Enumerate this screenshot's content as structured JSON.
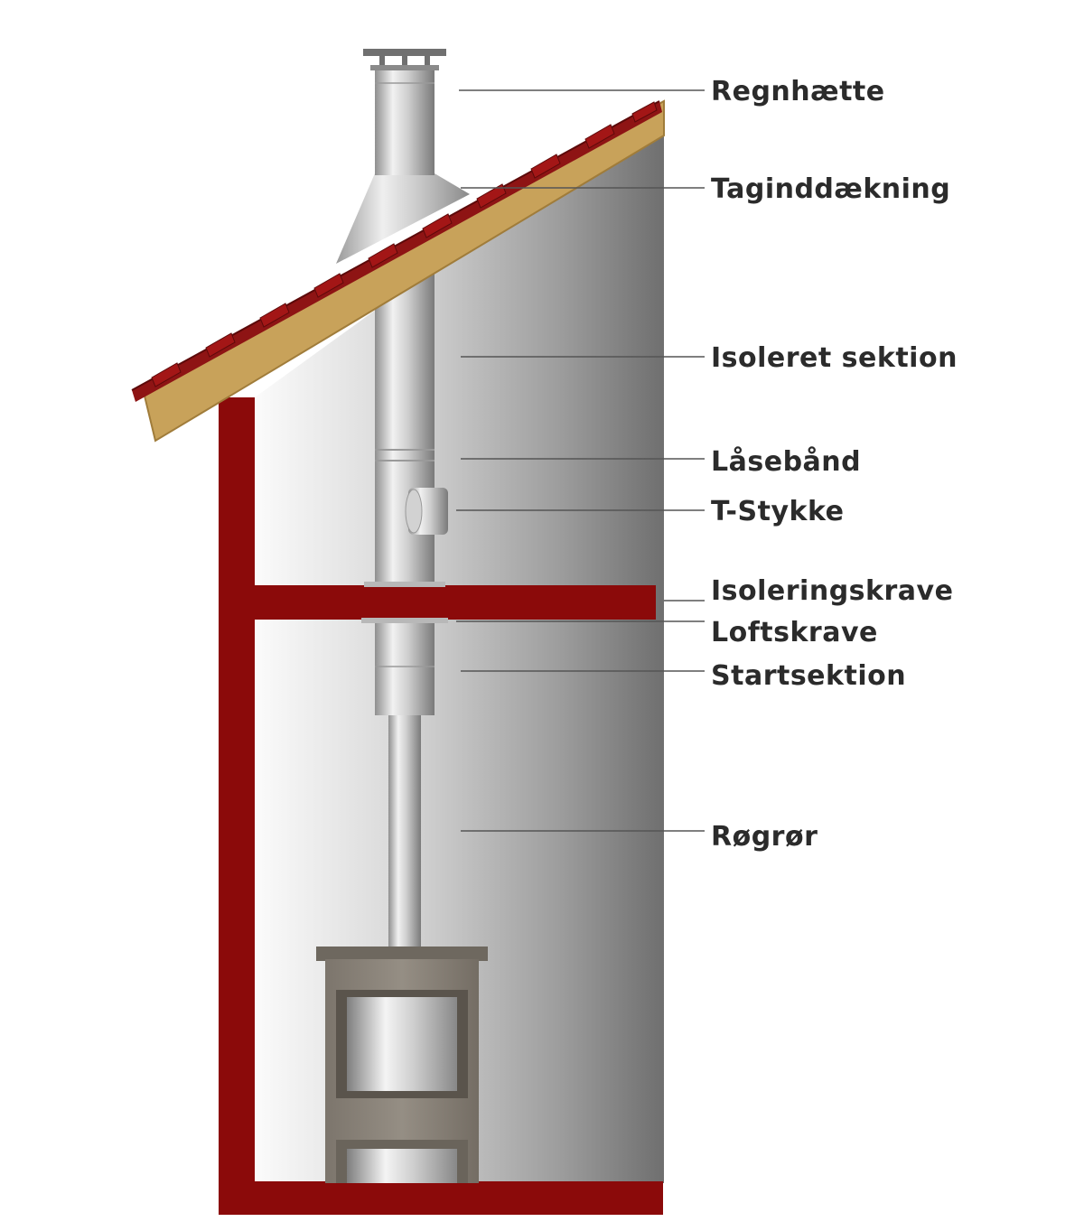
{
  "labels": [
    {
      "id": "regnhaette",
      "text": "Regnhætte"
    },
    {
      "id": "taginddaekning",
      "text": "Taginddækning"
    },
    {
      "id": "isoleret-sektion",
      "text": "Isoleret sektion"
    },
    {
      "id": "laseband",
      "text": "Låsebånd"
    },
    {
      "id": "t-stykke",
      "text": "T-Stykke"
    },
    {
      "id": "isoleringskrave",
      "text": "Isoleringskrave"
    },
    {
      "id": "loftskrave",
      "text": "Loftskrave"
    },
    {
      "id": "startsektion",
      "text": "Startsektion"
    },
    {
      "id": "rogror",
      "text": "Røgrør"
    }
  ],
  "colors": {
    "frame": "#8b0a0a",
    "roof_wood": "#c8a25a",
    "roof_tiles": "#8e1414",
    "wall_light": "#f7f7f7",
    "wall_dark": "#7d7d7d",
    "steel_light": "#e6e6e6",
    "steel_dark": "#8a8a8a",
    "stove_body": "#8c857b",
    "label_text": "#2b2b2b"
  }
}
